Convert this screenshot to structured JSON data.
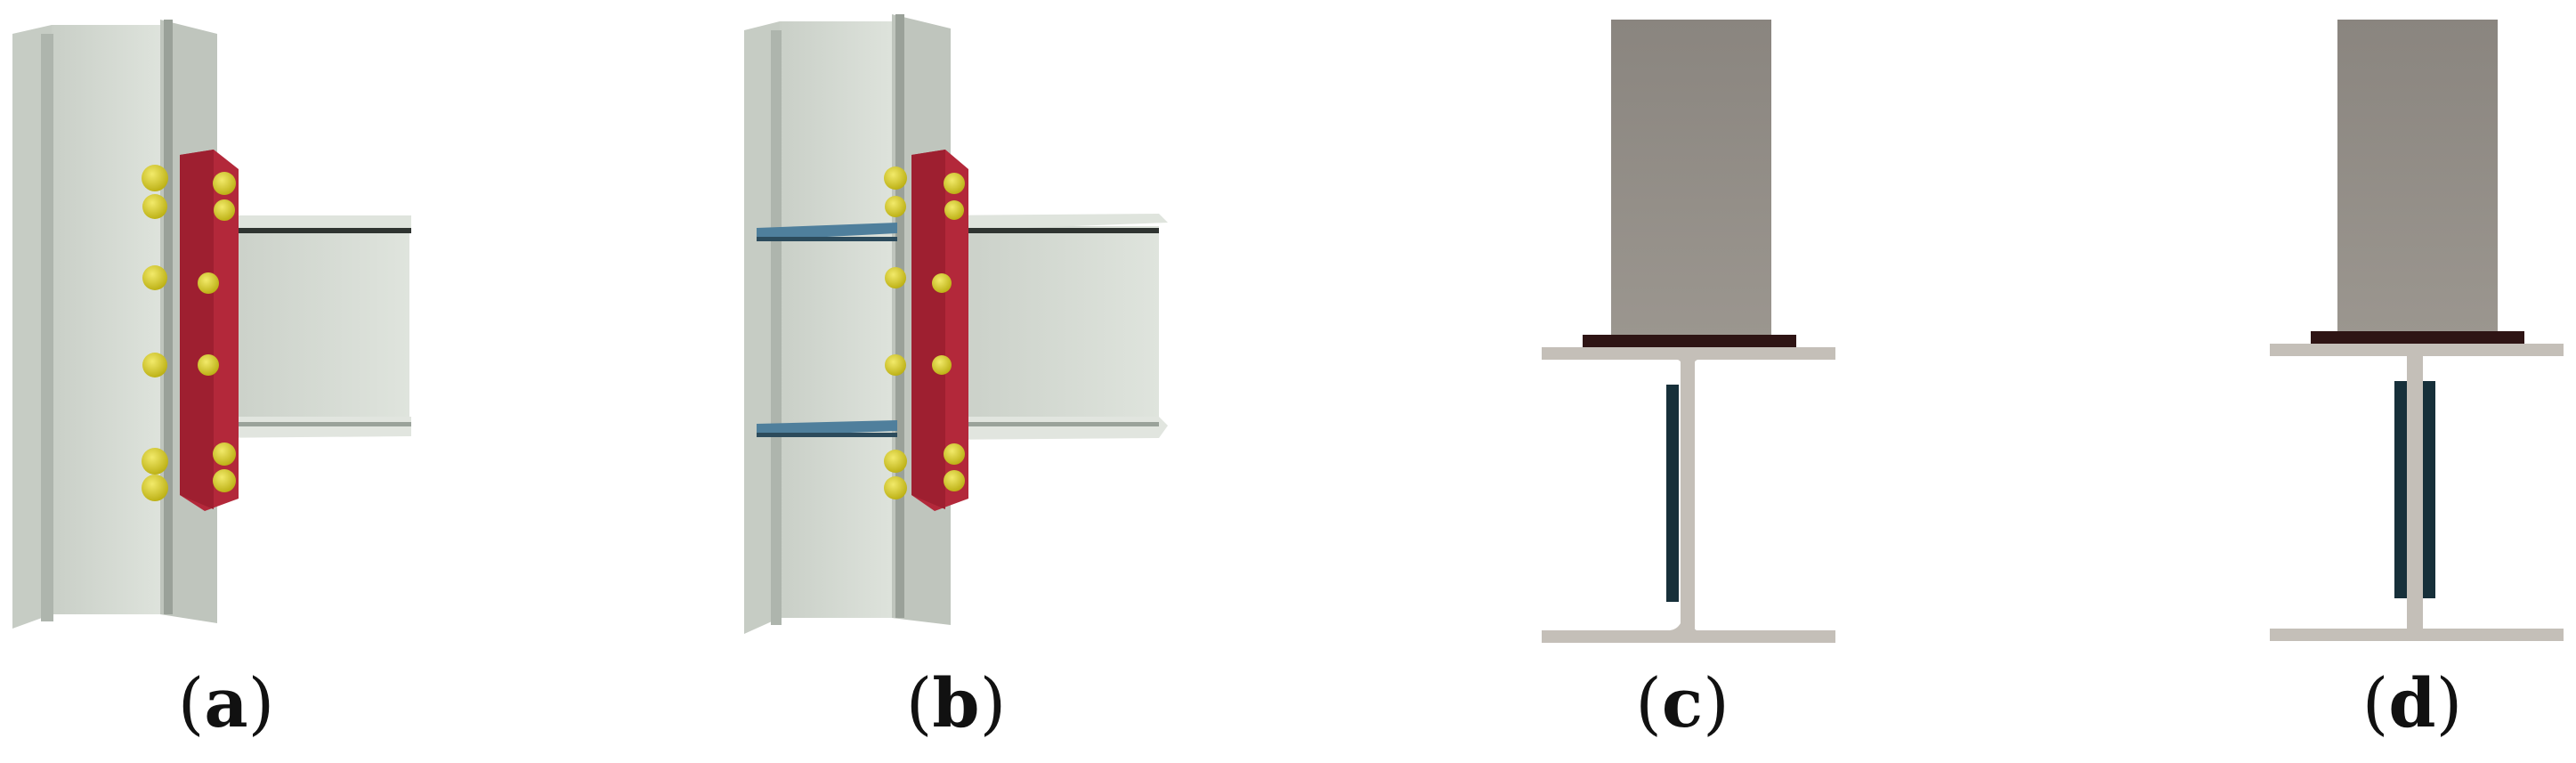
{
  "panels": [
    {
      "id": "a",
      "caption_open": "(",
      "caption_letter": "a",
      "caption_close": ")"
    },
    {
      "id": "b",
      "caption_open": "(",
      "caption_letter": "b",
      "caption_close": ")"
    },
    {
      "id": "c",
      "caption_open": "(",
      "caption_letter": "c",
      "caption_close": ")"
    },
    {
      "id": "d",
      "caption_open": "(",
      "caption_letter": "d",
      "caption_close": ")"
    }
  ],
  "colors": {
    "column_steel": "#cfd5cd",
    "column_shadow": "#a9b0a8",
    "beam_steel": "#d3d9d1",
    "end_plate": "#b3283a",
    "bolt": "#d8cf2a",
    "stiffener": "#4f7f9c",
    "section_steel": "#c4bfb8",
    "section_flange_plate": "#2e1414",
    "section_block": "#8b8680",
    "web_plate": "#17303a"
  }
}
